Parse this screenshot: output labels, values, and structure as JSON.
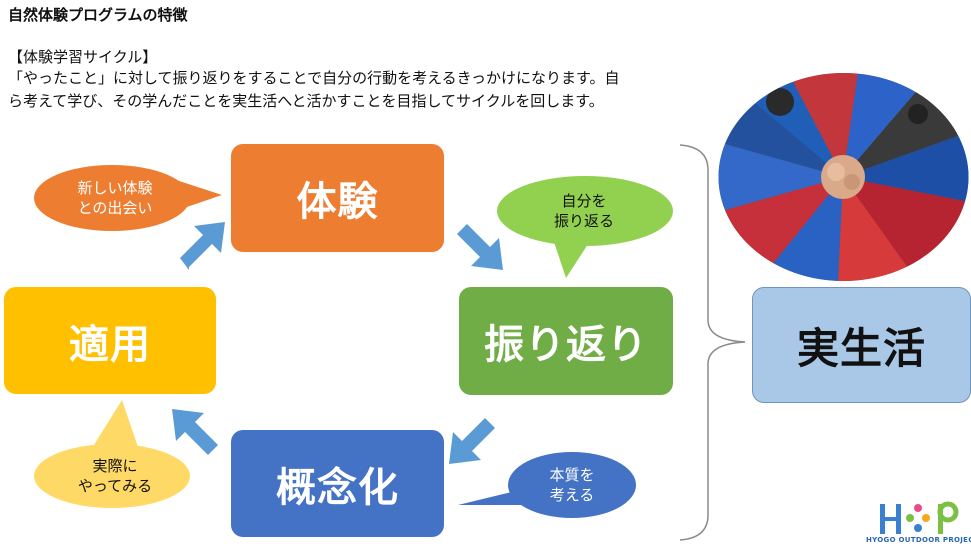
{
  "header": {
    "title": "自然体験プログラムの特徴",
    "section": "【体験学習サイクル】",
    "description_line1": "「やったこと」に対して振り返りをすることで自分の行動を考えるきっかけになります。自",
    "description_line2": "ら考えて学び、その学んだことを実生活へと活かすことを目指してサイクルを回します。"
  },
  "cycle": {
    "experience": "体験",
    "reflection": "振り返り",
    "concept": "概念化",
    "application": "適用"
  },
  "bubbles": {
    "new_line1": "新しい体験",
    "new_line2": "との出会い",
    "reflect_line1": "自分を",
    "reflect_line2": "振り返る",
    "essence_line1": "本質を",
    "essence_line2": "考える",
    "apply_line1": "実際に",
    "apply_line2": "やってみる"
  },
  "real_life": "実生活",
  "logo": {
    "text": "HYOGO OUTDOOR PROJECT"
  },
  "colors": {
    "experience": "#ED7D31",
    "reflection": "#70AD47",
    "concept": "#4472C4",
    "application": "#FFC000",
    "real_life": "#A9C8E8",
    "arrow": "#5B9BD5",
    "bubble_new": "#ED7D31",
    "bubble_reflect": "#92D050",
    "bubble_essence": "#4472C4",
    "bubble_apply": "#FFD966"
  }
}
